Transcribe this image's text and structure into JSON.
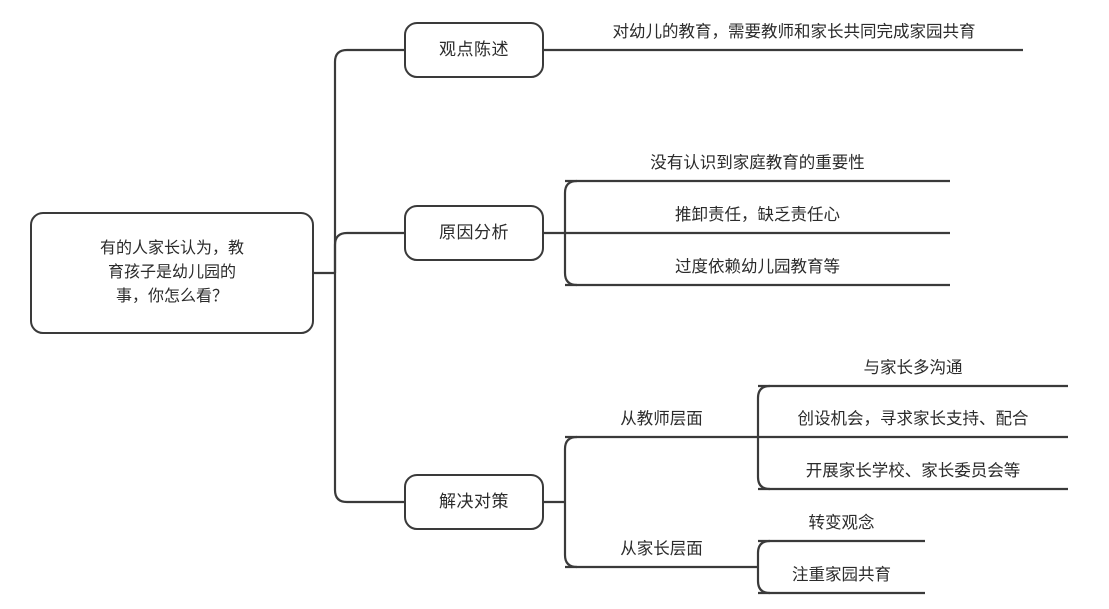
{
  "diagram": {
    "type": "mind-map",
    "orientation": "left-to-right",
    "stroke_color": "#3a3a3a",
    "text_color": "#2b2b2b",
    "background_color": "#ffffff",
    "root": {
      "label": "有的人家长认为，教\n育孩子是幼儿园的\n事，你怎么看？"
    },
    "branches": [
      {
        "label": "观点陈述",
        "leaves": [
          {
            "label": "对幼儿的教育，需要教师和家长共同完成家园共育"
          }
        ]
      },
      {
        "label": "原因分析",
        "leaves": [
          {
            "label": "没有认识到家庭教育的重要性"
          },
          {
            "label": "推卸责任，缺乏责任心"
          },
          {
            "label": "过度依赖幼儿园教育等"
          }
        ]
      },
      {
        "label": "解决对策",
        "subbranches": [
          {
            "label": "从教师层面",
            "leaves": [
              {
                "label": "与家长多沟通"
              },
              {
                "label": "创设机会，寻求家长支持、配合"
              },
              {
                "label": "开展家长学校、家长委员会等"
              }
            ]
          },
          {
            "label": "从家长层面",
            "leaves": [
              {
                "label": "转变观念"
              },
              {
                "label": "注重家园共育"
              }
            ]
          }
        ]
      }
    ]
  }
}
